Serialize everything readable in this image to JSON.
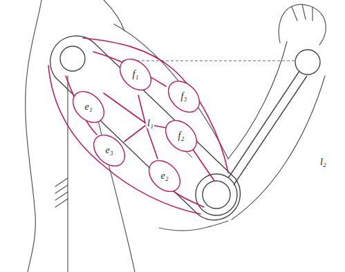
{
  "diagram": {
    "nodes": [
      {
        "text": [
          "f₁"
        ]
      },
      {
        "text": [
          "f₃"
        ]
      },
      {
        "text": [
          "e₁"
        ]
      },
      {
        "text": [
          "f₂"
        ]
      },
      {
        "text": [
          "e₃"
        ]
      },
      {
        "text": [
          "e₂"
        ]
      }
    ],
    "labels": [
      "l₁",
      "l₂"
    ]
  }
}
